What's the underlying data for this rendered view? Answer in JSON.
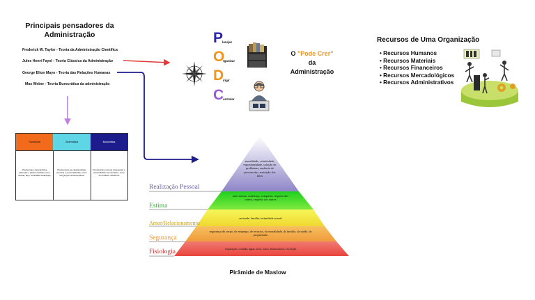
{
  "pensadores": {
    "title": "Principais pensadores da Administração",
    "items": [
      "Frederick W. Taylor - Teoria da Administração Científica",
      "Jules Henri Fayol - Teoria Clássica da Administração",
      "George Elton Mayo - Teoria das Relações Humanas",
      "Max Weber - Teoria Burocrática da administração"
    ]
  },
  "table": {
    "headers": [
      "Tradicional",
      "Sistemática",
      "Burocrática"
    ],
    "header_colors": [
      "#f26b1d",
      "#5ed6e6",
      "#1c1c8c"
    ],
    "cells": [
      "Predominam característica patronais e patrimonialistas como família, laço, sociedade etnárquica",
      "Predominam as características técnicas e personalizadas, como nos grupos revolucionários",
      "Predominam normas impessoais e racionalidade nas decisões, como em estados modernos"
    ]
  },
  "podc": {
    "letters": [
      "P",
      "O",
      "D",
      "C"
    ],
    "letter_colors": [
      "#2a24a8",
      "#f2941c",
      "#f2941c",
      "#9a5cd6"
    ],
    "words": [
      "lanejar",
      "rganizar",
      "irigir",
      "ontrolar"
    ],
    "caption_prefix": "O",
    "caption_highlight": "\"Pode Crer\"",
    "caption_line2": "da",
    "caption_line3": "Administração"
  },
  "recursos": {
    "title": "Recursos de Uma Organização",
    "items": [
      "Recursos Humanos",
      "Recursos Materiais",
      "Recursos Financeiros",
      "Recursos Mercadológicos",
      "Recursos Administrativos"
    ]
  },
  "maslow": {
    "title": "Pirâmide de Maslow",
    "levels": [
      {
        "label": "Realização Pessoal",
        "color": "#6a5fa8",
        "text": "moralidade, criatividade, espontaneidade, solução de problemas, ausência de preconceito, aceitação dos fatos"
      },
      {
        "label": "Estima",
        "color": "#3cae3c",
        "text": "auto estima, confiança, conquista, respeito dos outros, respeito aos outros"
      },
      {
        "label": "Amor/Relacionamento",
        "color": "#c8a020",
        "text": "amizade, família, intimidade sexual"
      },
      {
        "label": "Segurança",
        "color": "#e8902a",
        "text": "segurança do corpo, do emprego, de recursos, da moralidade, da família, da saúde, da propriedade"
      },
      {
        "label": "Fisiologia",
        "color": "#cc2a2a",
        "text": "respiração, comida, água, sexo, sono, homeostase, excreção"
      }
    ]
  },
  "icons": [
    "compass-icon",
    "filing-cabinet-icon",
    "manager-icon",
    "resources-platform-icon"
  ]
}
